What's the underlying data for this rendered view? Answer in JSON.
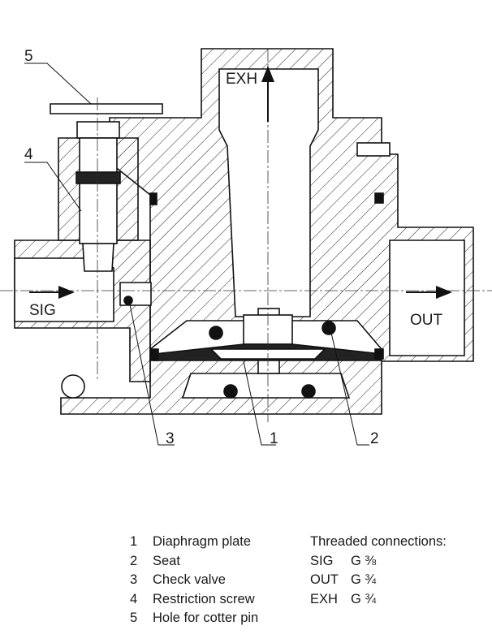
{
  "ports": {
    "exh": "EXH",
    "sig": "SIG",
    "out": "OUT"
  },
  "callouts": [
    "5",
    "4",
    "3",
    "1",
    "2"
  ],
  "legend": {
    "items": [
      {
        "num": "1",
        "label": "Diaphragm plate"
      },
      {
        "num": "2",
        "label": "Seat"
      },
      {
        "num": "3",
        "label": "Check valve"
      },
      {
        "num": "4",
        "label": "Restriction screw"
      },
      {
        "num": "5",
        "label": "Hole for cotter pin"
      }
    ],
    "connections_title": "Threaded connections:",
    "connections": [
      {
        "port": "SIG",
        "size": "G ⅜"
      },
      {
        "port": "OUT",
        "size": "G ¾"
      },
      {
        "port": "EXH",
        "size": "G ¾"
      }
    ]
  }
}
